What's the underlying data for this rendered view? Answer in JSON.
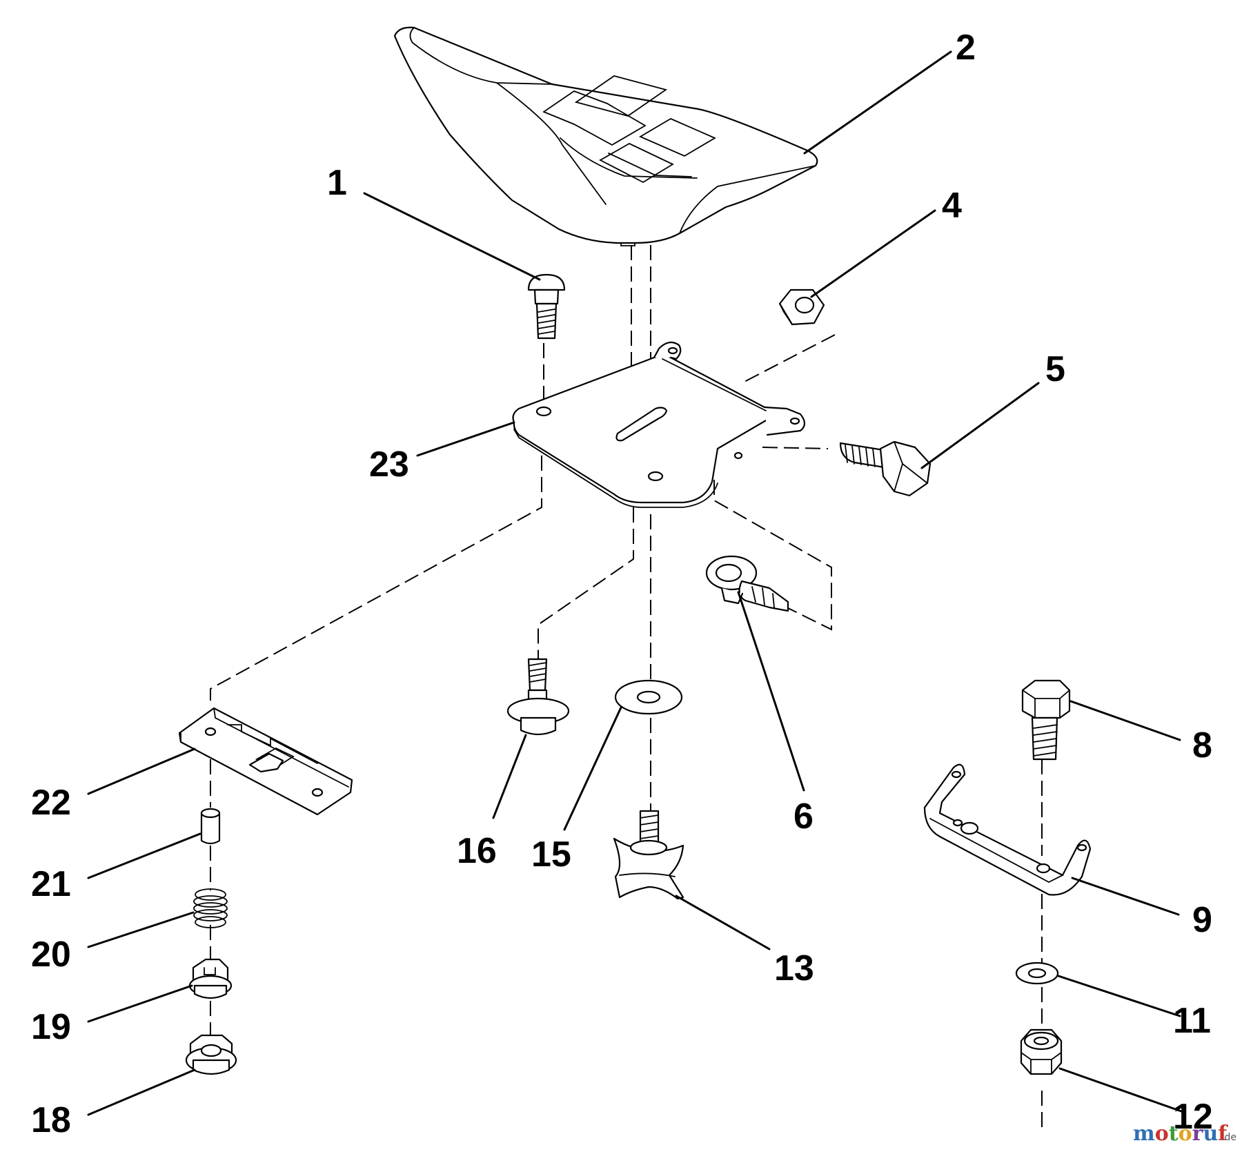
{
  "diagram": {
    "callouts": [
      "1",
      "2",
      "4",
      "5",
      "6",
      "8",
      "9",
      "11",
      "12",
      "13",
      "15",
      "16",
      "18",
      "19",
      "20",
      "21",
      "22",
      "23"
    ],
    "watermark": {
      "name": "motoruf",
      "tld": ".de",
      "letter_colors": [
        "#2e6fb5",
        "#c8342c",
        "#3f9a3a",
        "#e2a21b",
        "#7a3f98",
        "#2e6fb5",
        "#c8342c"
      ]
    }
  }
}
